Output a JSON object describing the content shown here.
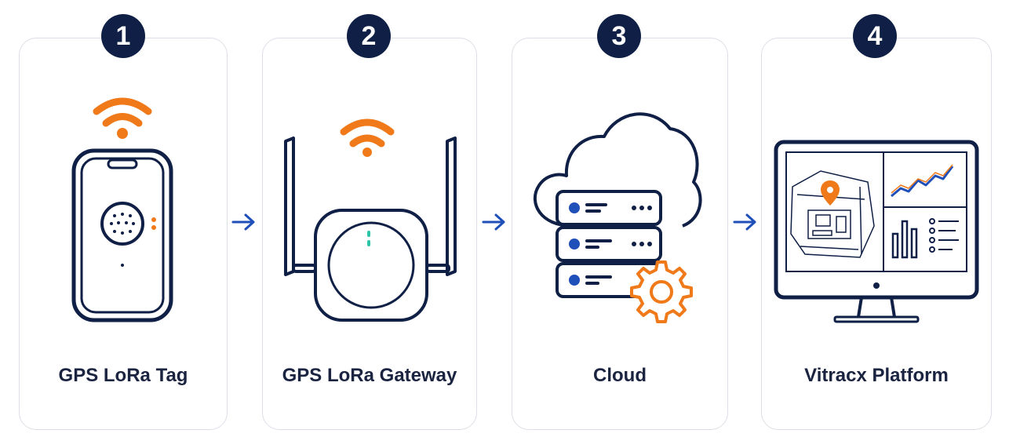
{
  "steps": [
    {
      "number": "1",
      "label": "GPS LoRa Tag",
      "icon": "gps-tag-icon"
    },
    {
      "number": "2",
      "label": "GPS LoRa Gateway",
      "icon": "gateway-icon"
    },
    {
      "number": "3",
      "label": "Cloud",
      "icon": "cloud-server-icon"
    },
    {
      "number": "4",
      "label": "Vitracx Platform",
      "icon": "monitor-dashboard-icon"
    }
  ],
  "colors": {
    "navy": "#0f1f45",
    "accent_orange": "#f07a1a",
    "accent_blue": "#1f4fb8",
    "accent_teal": "#2ec4a6",
    "card_border": "#dcdfe6"
  }
}
